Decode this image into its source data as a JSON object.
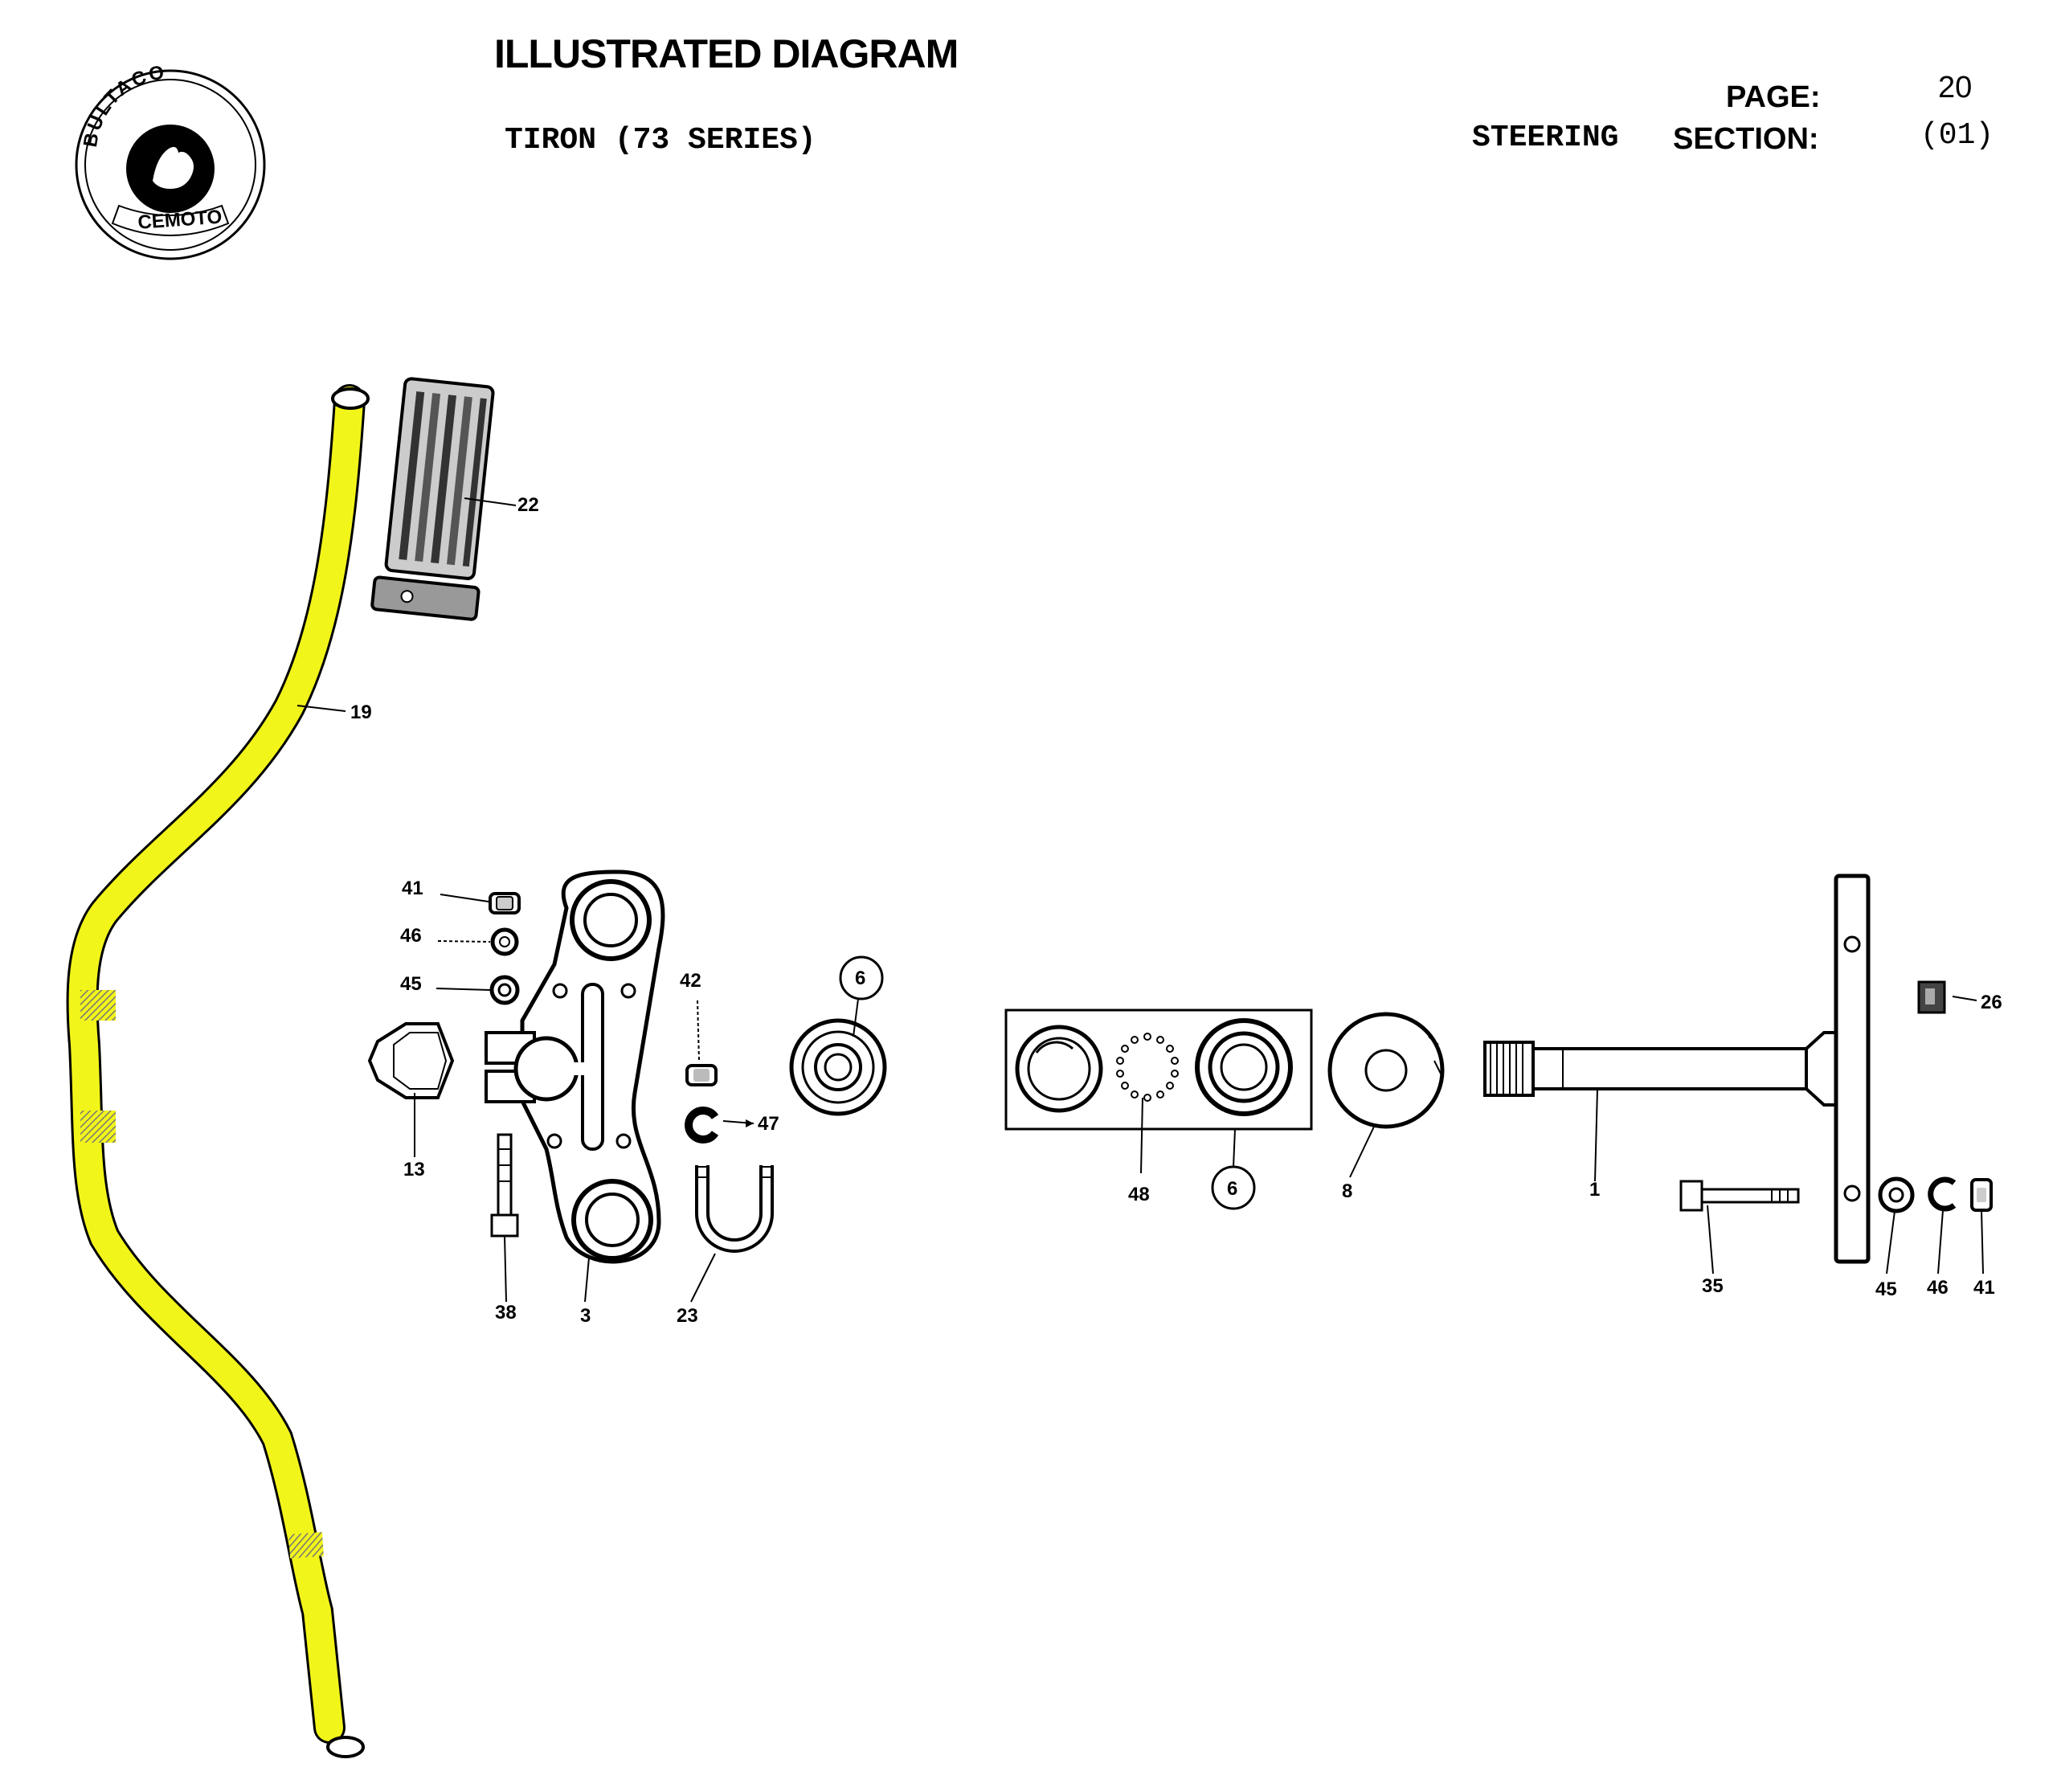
{
  "header": {
    "title": "ILLUSTRATED DIAGRAM",
    "model": "TIRON (73 SERIES)",
    "group": "STEERING",
    "page_label": "PAGE:",
    "page_value": "20",
    "section_label": "SECTION:",
    "section_value": "(01)"
  },
  "logo": {
    "brand_text": "BULTACO",
    "sub_text": "CEMOTO"
  },
  "colors": {
    "handlebar_fill": "#f2f51a",
    "ink": "#000000"
  },
  "callouts": {
    "c22": "22",
    "c19": "19",
    "c41a": "41",
    "c46a": "46",
    "c45a": "45",
    "c42": "42",
    "c6a": "6",
    "c13": "13",
    "c47": "47",
    "c38": "38",
    "c3": "3",
    "c23": "23",
    "c48": "48",
    "c6b": "6",
    "c8": "8",
    "c1": "1",
    "c26": "26",
    "c35": "35",
    "c45b": "45",
    "c46b": "46",
    "c41b": "41"
  }
}
